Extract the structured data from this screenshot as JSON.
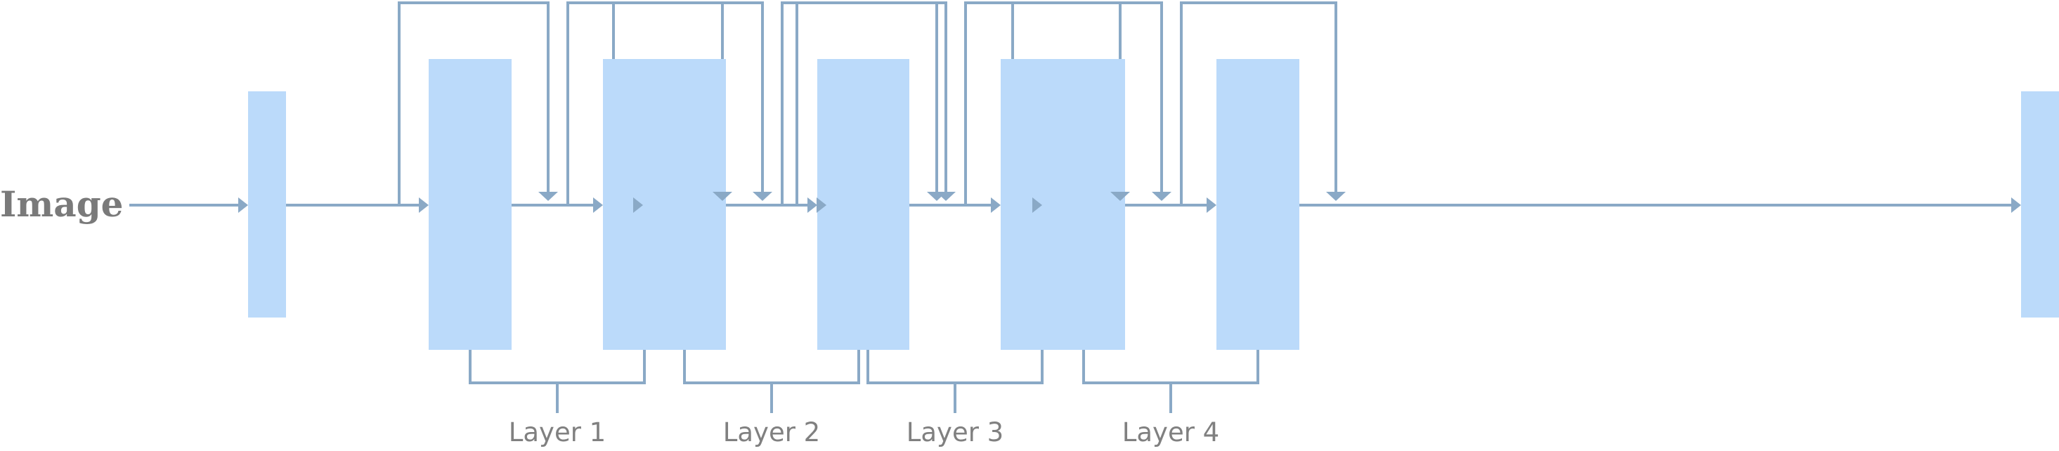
{
  "input_label": "Image",
  "layers": [
    {
      "label": "Layer 1"
    },
    {
      "label": "Layer 2"
    },
    {
      "label": "Layer 3"
    },
    {
      "label": "Layer 4"
    }
  ],
  "colors": {
    "block_fill": "#bbdafa",
    "line": "#8aa9c6",
    "label_text": "#7a7a7a",
    "layer_text": "#808080"
  }
}
